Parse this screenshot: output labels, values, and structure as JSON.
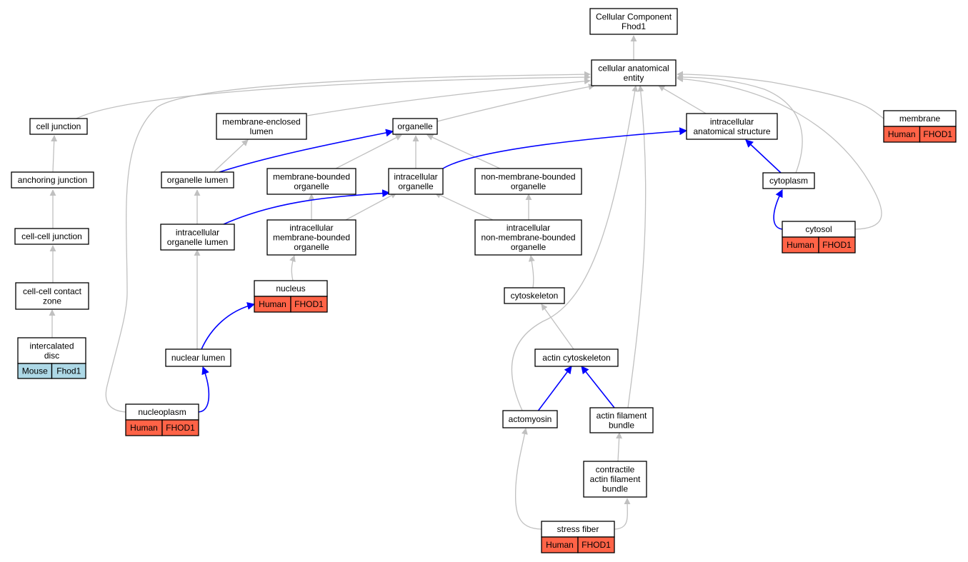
{
  "colors": {
    "human": "#ff6347",
    "mouse": "#add8e6",
    "gray_edge": "#c0c0c0",
    "blue_edge": "#0000ff"
  },
  "nodes": {
    "root": {
      "lines": [
        "Cellular Component",
        "Fhod1"
      ]
    },
    "cae": {
      "lines": [
        "cellular anatomical",
        "entity"
      ]
    },
    "cell_junction": {
      "lines": [
        "cell junction"
      ]
    },
    "membrane_enclosed_lumen": {
      "lines": [
        "membrane-enclosed",
        "lumen"
      ]
    },
    "organelle": {
      "lines": [
        "organelle"
      ]
    },
    "intracellular_anatomical_structure": {
      "lines": [
        "intracellular",
        "anatomical structure"
      ]
    },
    "membrane": {
      "lines": [
        "membrane"
      ],
      "species": "Human",
      "gene": "FHOD1"
    },
    "anchoring_junction": {
      "lines": [
        "anchoring junction"
      ]
    },
    "organelle_lumen": {
      "lines": [
        "organelle lumen"
      ]
    },
    "membrane_bounded_organelle": {
      "lines": [
        "membrane-bounded",
        "organelle"
      ]
    },
    "intracellular_organelle": {
      "lines": [
        "intracellular",
        "organelle"
      ]
    },
    "non_membrane_bounded_organelle": {
      "lines": [
        "non-membrane-bounded",
        "organelle"
      ]
    },
    "cytoplasm": {
      "lines": [
        "cytoplasm"
      ]
    },
    "cell_cell_junction": {
      "lines": [
        "cell-cell junction"
      ]
    },
    "intracellular_organelle_lumen": {
      "lines": [
        "intracellular",
        "organelle lumen"
      ]
    },
    "intracellular_mbo": {
      "lines": [
        "intracellular",
        "membrane-bounded",
        "organelle"
      ]
    },
    "intracellular_nmbo": {
      "lines": [
        "intracellular",
        "non-membrane-bounded",
        "organelle"
      ]
    },
    "cytosol": {
      "lines": [
        "cytosol"
      ],
      "species": "Human",
      "gene": "FHOD1"
    },
    "cell_cell_contact_zone": {
      "lines": [
        "cell-cell contact",
        "zone"
      ]
    },
    "nucleus": {
      "lines": [
        "nucleus"
      ],
      "species": "Human",
      "gene": "FHOD1"
    },
    "cytoskeleton": {
      "lines": [
        "cytoskeleton"
      ]
    },
    "intercalated_disc": {
      "lines": [
        "intercalated",
        "disc"
      ],
      "species": "Mouse",
      "gene": "Fhod1"
    },
    "nuclear_lumen": {
      "lines": [
        "nuclear lumen"
      ]
    },
    "actin_cytoskeleton": {
      "lines": [
        "actin cytoskeleton"
      ]
    },
    "nucleoplasm": {
      "lines": [
        "nucleoplasm"
      ],
      "species": "Human",
      "gene": "FHOD1"
    },
    "actomyosin": {
      "lines": [
        "actomyosin"
      ]
    },
    "actin_filament_bundle": {
      "lines": [
        "actin filament",
        "bundle"
      ]
    },
    "contractile_afb": {
      "lines": [
        "contractile",
        "actin filament",
        "bundle"
      ]
    },
    "stress_fiber": {
      "lines": [
        "stress fiber"
      ],
      "species": "Human",
      "gene": "FHOD1"
    }
  }
}
